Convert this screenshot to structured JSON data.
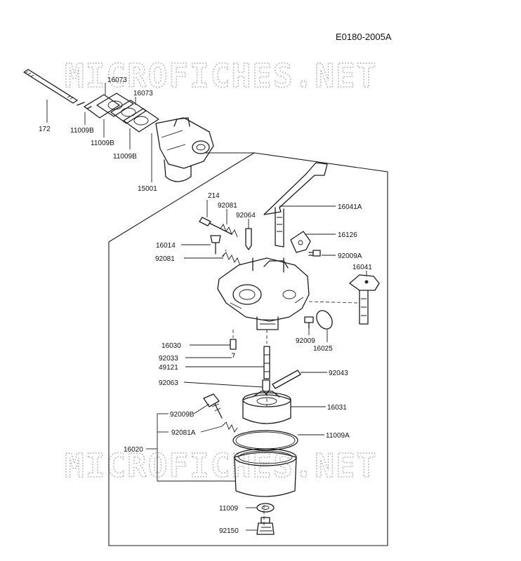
{
  "reference": "E0180-2005A",
  "watermarks": [
    "MICROFICHES.NET",
    "MICROFICHES.NET"
  ],
  "part_labels": [
    "172",
    "16073",
    "16073",
    "11009B",
    "11009B",
    "11009B",
    "15001",
    "214",
    "92081",
    "92064",
    "16041A",
    "16126",
    "92009A",
    "16041",
    "16014",
    "92081",
    "16030",
    "92033",
    "49121",
    "92009",
    "16025",
    "92043",
    "92063",
    "16031",
    "92009B",
    "92081A",
    "11009A",
    "16020",
    "11009",
    "92150"
  ]
}
